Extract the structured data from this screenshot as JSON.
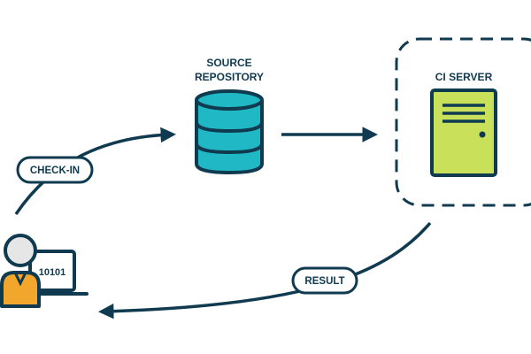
{
  "source_repository": {
    "title_line1": "SOURCE",
    "title_line2": "REPOSITORY"
  },
  "ci_server": {
    "title": "CI SERVER"
  },
  "developer": {
    "screen_text": "10101"
  },
  "flows": {
    "check_in_label": "CHECK-IN",
    "result_label": "RESULT"
  },
  "colors": {
    "navy": "#0f3a4f",
    "database_teal": "#1fb8c4",
    "server_green": "#c8e05a",
    "person_orange": "#f2a62b",
    "person_head": "#e6e6e6"
  }
}
